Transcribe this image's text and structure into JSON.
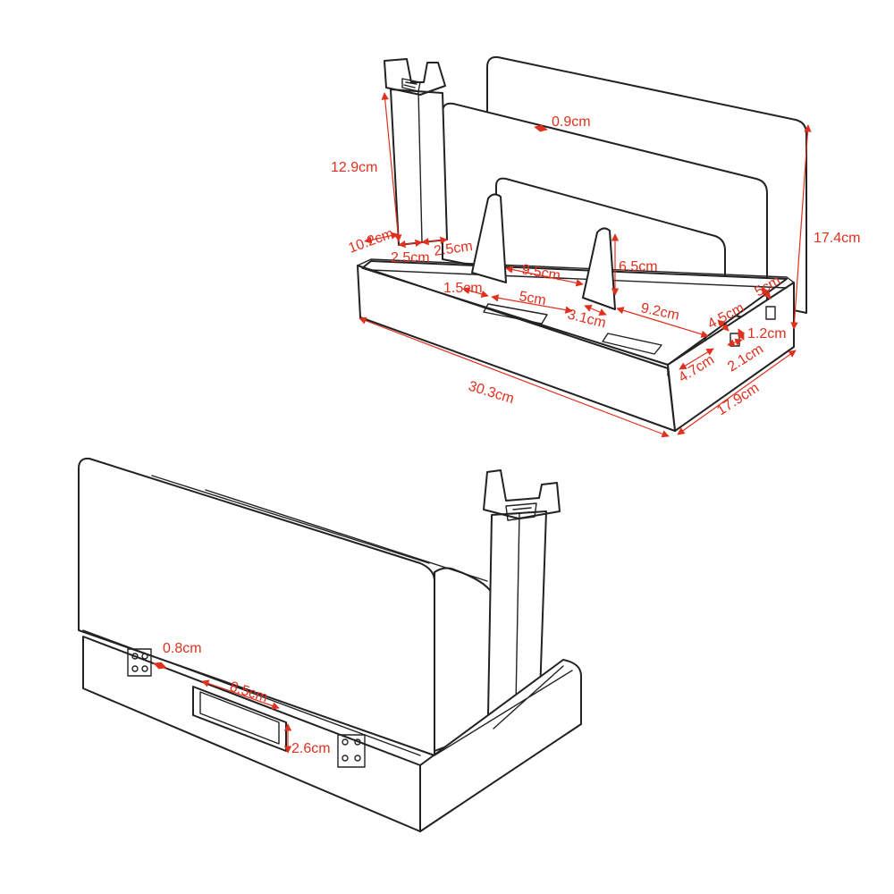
{
  "dimensions": {
    "d_slot_gap": "0.9cm",
    "d_pole_height": "12.9cm",
    "d_total_height": "17.4cm",
    "d_pole_offset": "10.2cm",
    "d_pole_w1": "2.5cm",
    "d_pole_w2": "2.5cm",
    "d_divider_gap": "9.5cm",
    "d_divider_height": "6.5cm",
    "d_right_gap": "9.2cm",
    "d_slot1_offset": "1.5cm",
    "d_slot1_len": "5cm",
    "d_divider_thick": "3.1cm",
    "d_back_a": "4.5cm",
    "d_back_b": "5cm",
    "d_back_c": "1.2cm",
    "d_side_a": "4.7cm",
    "d_side_b": "2.1cm",
    "d_length": "30.3cm",
    "d_width": "17.9cm",
    "d_hinge_gap": "0.8cm",
    "d_handle_w": "8.5cm",
    "d_handle_h": "2.6cm"
  },
  "colors": {
    "line": "#222222",
    "dimension": "#e0301e"
  }
}
